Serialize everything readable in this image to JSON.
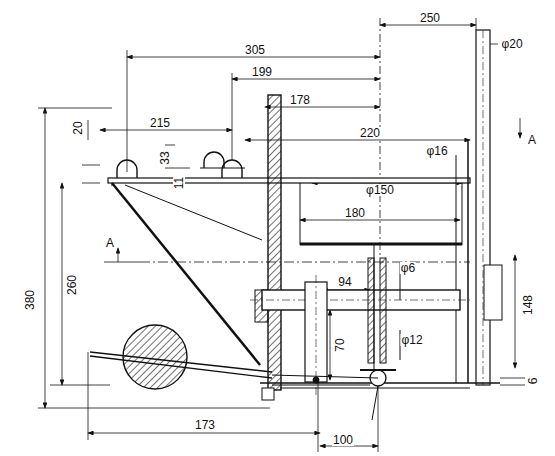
{
  "diagram": {
    "labels": [
      "250",
      "305",
      "199",
      "φ20",
      "178",
      "215",
      "220",
      "φ16",
      "A",
      "20",
      "33",
      "11",
      "380",
      "φ150",
      "260",
      "180",
      "A",
      "94",
      "φ6",
      "148",
      "φ12",
      "70",
      "6",
      "173",
      "100"
    ]
  }
}
